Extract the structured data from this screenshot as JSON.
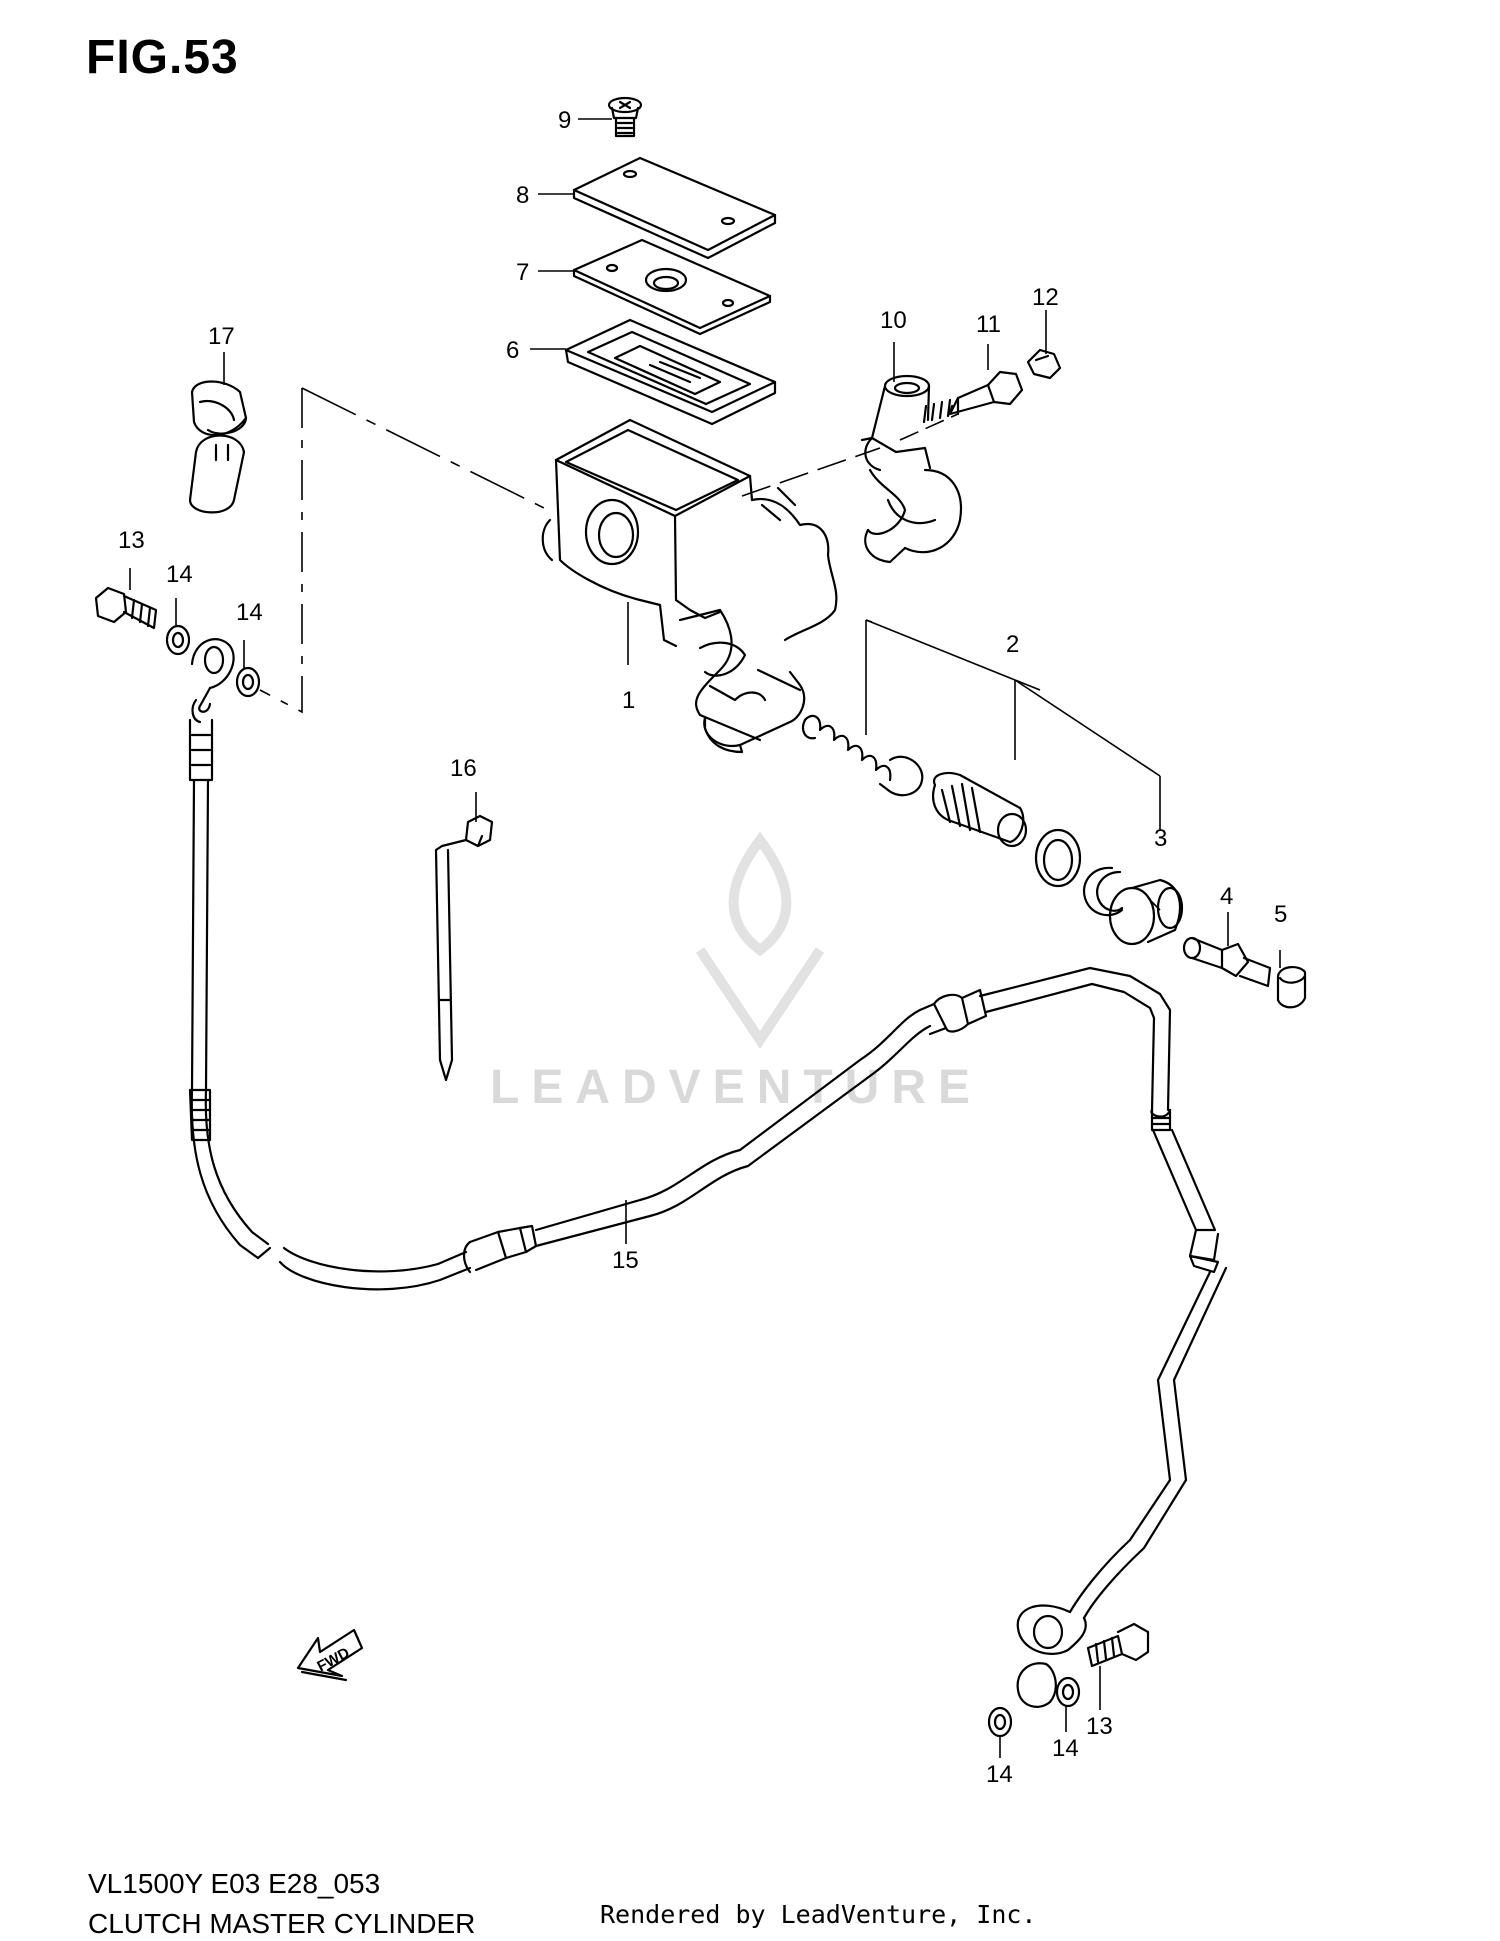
{
  "figure": {
    "title": "FIG.53",
    "model_code": "VL1500Y E03 E28_053",
    "name": "CLUTCH MASTER CYLINDER"
  },
  "footer": {
    "rendered_by": "Rendered by LeadVenture, Inc."
  },
  "watermark": {
    "text": "LEADVENTURE"
  },
  "fwd_label": "FWD",
  "callouts": {
    "c1": "1",
    "c2": "2",
    "c3": "3",
    "c4": "4",
    "c5": "5",
    "c6": "6",
    "c7": "7",
    "c8": "8",
    "c9": "9",
    "c10": "10",
    "c11": "11",
    "c12": "12",
    "c13a": "13",
    "c13b": "13",
    "c14a": "14",
    "c14b": "14",
    "c14c": "14",
    "c14d": "14",
    "c15": "15",
    "c16": "16",
    "c17": "17"
  }
}
